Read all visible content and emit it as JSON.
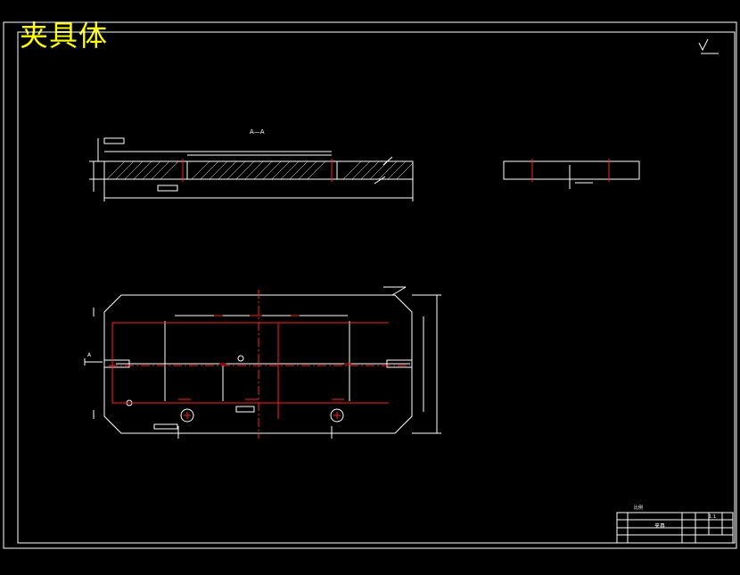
{
  "title": "夹具体",
  "colors": {
    "background": "#000000",
    "line": "#ffffff",
    "center": "#ff2020",
    "title": "#ffff00"
  },
  "section_label": "A—A",
  "cut_marker": "A",
  "title_block": {
    "part_name": "夹具",
    "scale_label": "比例",
    "scale_value": "1:1"
  }
}
